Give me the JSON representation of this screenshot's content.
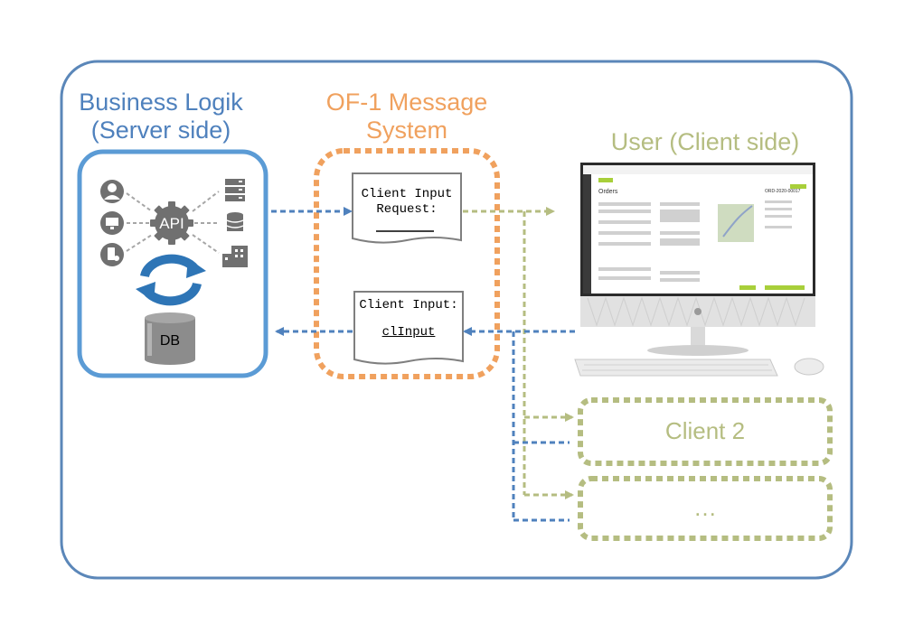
{
  "server": {
    "title_line1": "Business Logik",
    "title_line2": "(Server side)",
    "api_label": "API",
    "db_label": "DB"
  },
  "message_system": {
    "title_line1": "OF-1 Message",
    "title_line2": "System"
  },
  "client_side": {
    "title": "User (Client side)"
  },
  "request_doc": {
    "line1": "Client Input",
    "line2": "Request:"
  },
  "input_doc": {
    "line1": "Client Input:",
    "value": "clInput"
  },
  "clients": [
    {
      "label": "Client 2"
    },
    {
      "label": "…"
    }
  ],
  "screen": {
    "page_title": "Orders",
    "order_id": "ORD-2020-00017"
  },
  "colors": {
    "blue": "#4f81bd",
    "blue_frame": "#5b9bd5",
    "orange": "#f0a15e",
    "green": "#b5bd81",
    "icon_gray": "#707070",
    "lime": "#a8cf3a"
  }
}
